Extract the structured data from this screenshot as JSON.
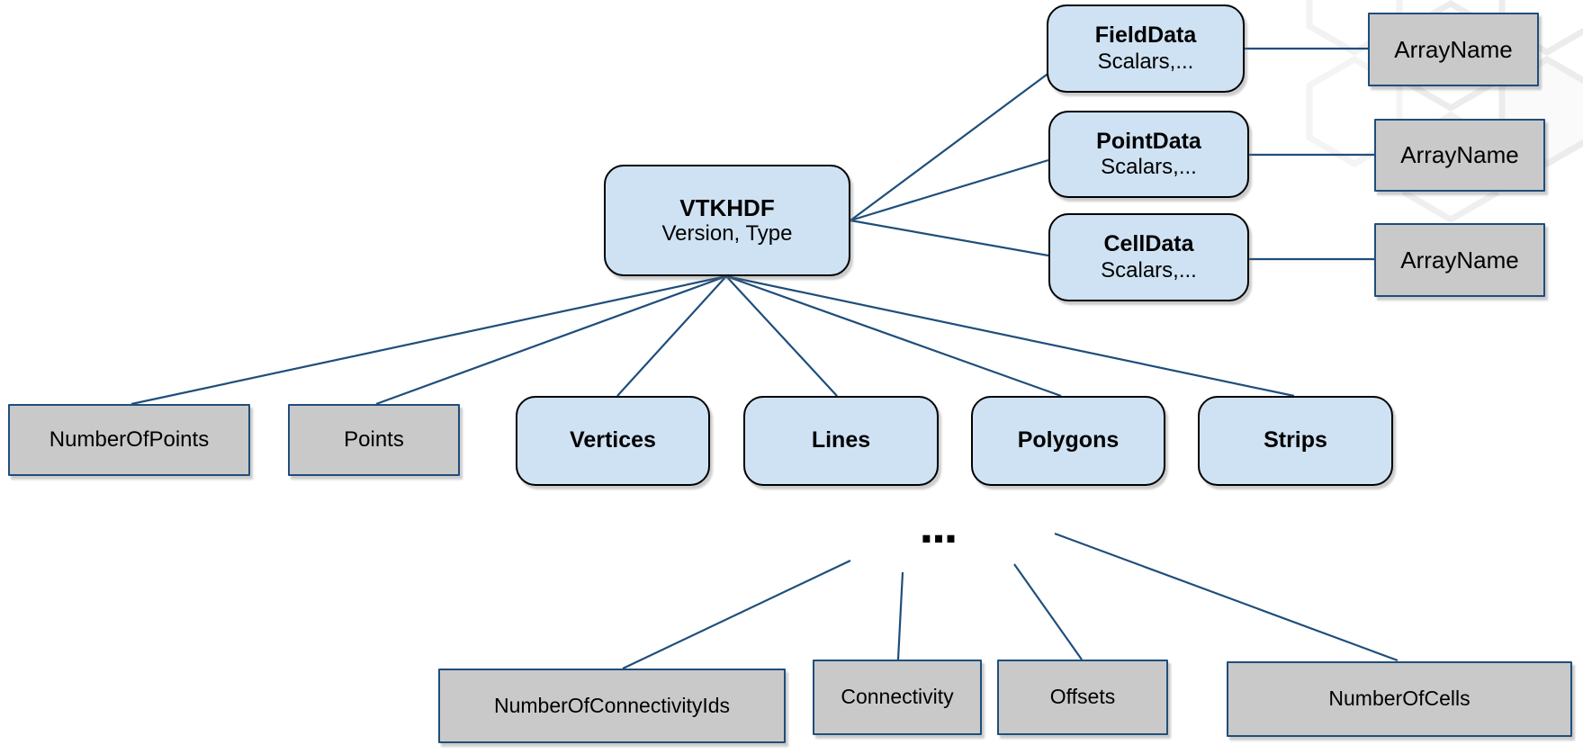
{
  "diagram": {
    "nodes": {
      "root_title": "VTKHDF",
      "root_subtitle": "Version, Type",
      "field_data_title": "FieldData",
      "field_data_subtitle": "Scalars,...",
      "point_data_title": "PointData",
      "point_data_subtitle": "Scalars,...",
      "cell_data_title": "CellData",
      "cell_data_subtitle": "Scalars,...",
      "array_name_1": "ArrayName",
      "array_name_2": "ArrayName",
      "array_name_3": "ArrayName",
      "number_of_points": "NumberOfPoints",
      "points": "Points",
      "vertices": "Vertices",
      "lines": "Lines",
      "polygons": "Polygons",
      "strips": "Strips",
      "ellipsis": "...",
      "number_of_connectivity_ids": "NumberOfConnectivityIds",
      "connectivity": "Connectivity",
      "offsets": "Offsets",
      "number_of_cells": "NumberOfCells"
    },
    "colors": {
      "node_fill_blue": "#cfe2f3",
      "node_fill_gray": "#c9c9c9",
      "connector_and_gray_border": "#1f4e7b",
      "blue_node_border": "#000000",
      "background": "#ffffff",
      "watermark": "#ececec"
    }
  }
}
